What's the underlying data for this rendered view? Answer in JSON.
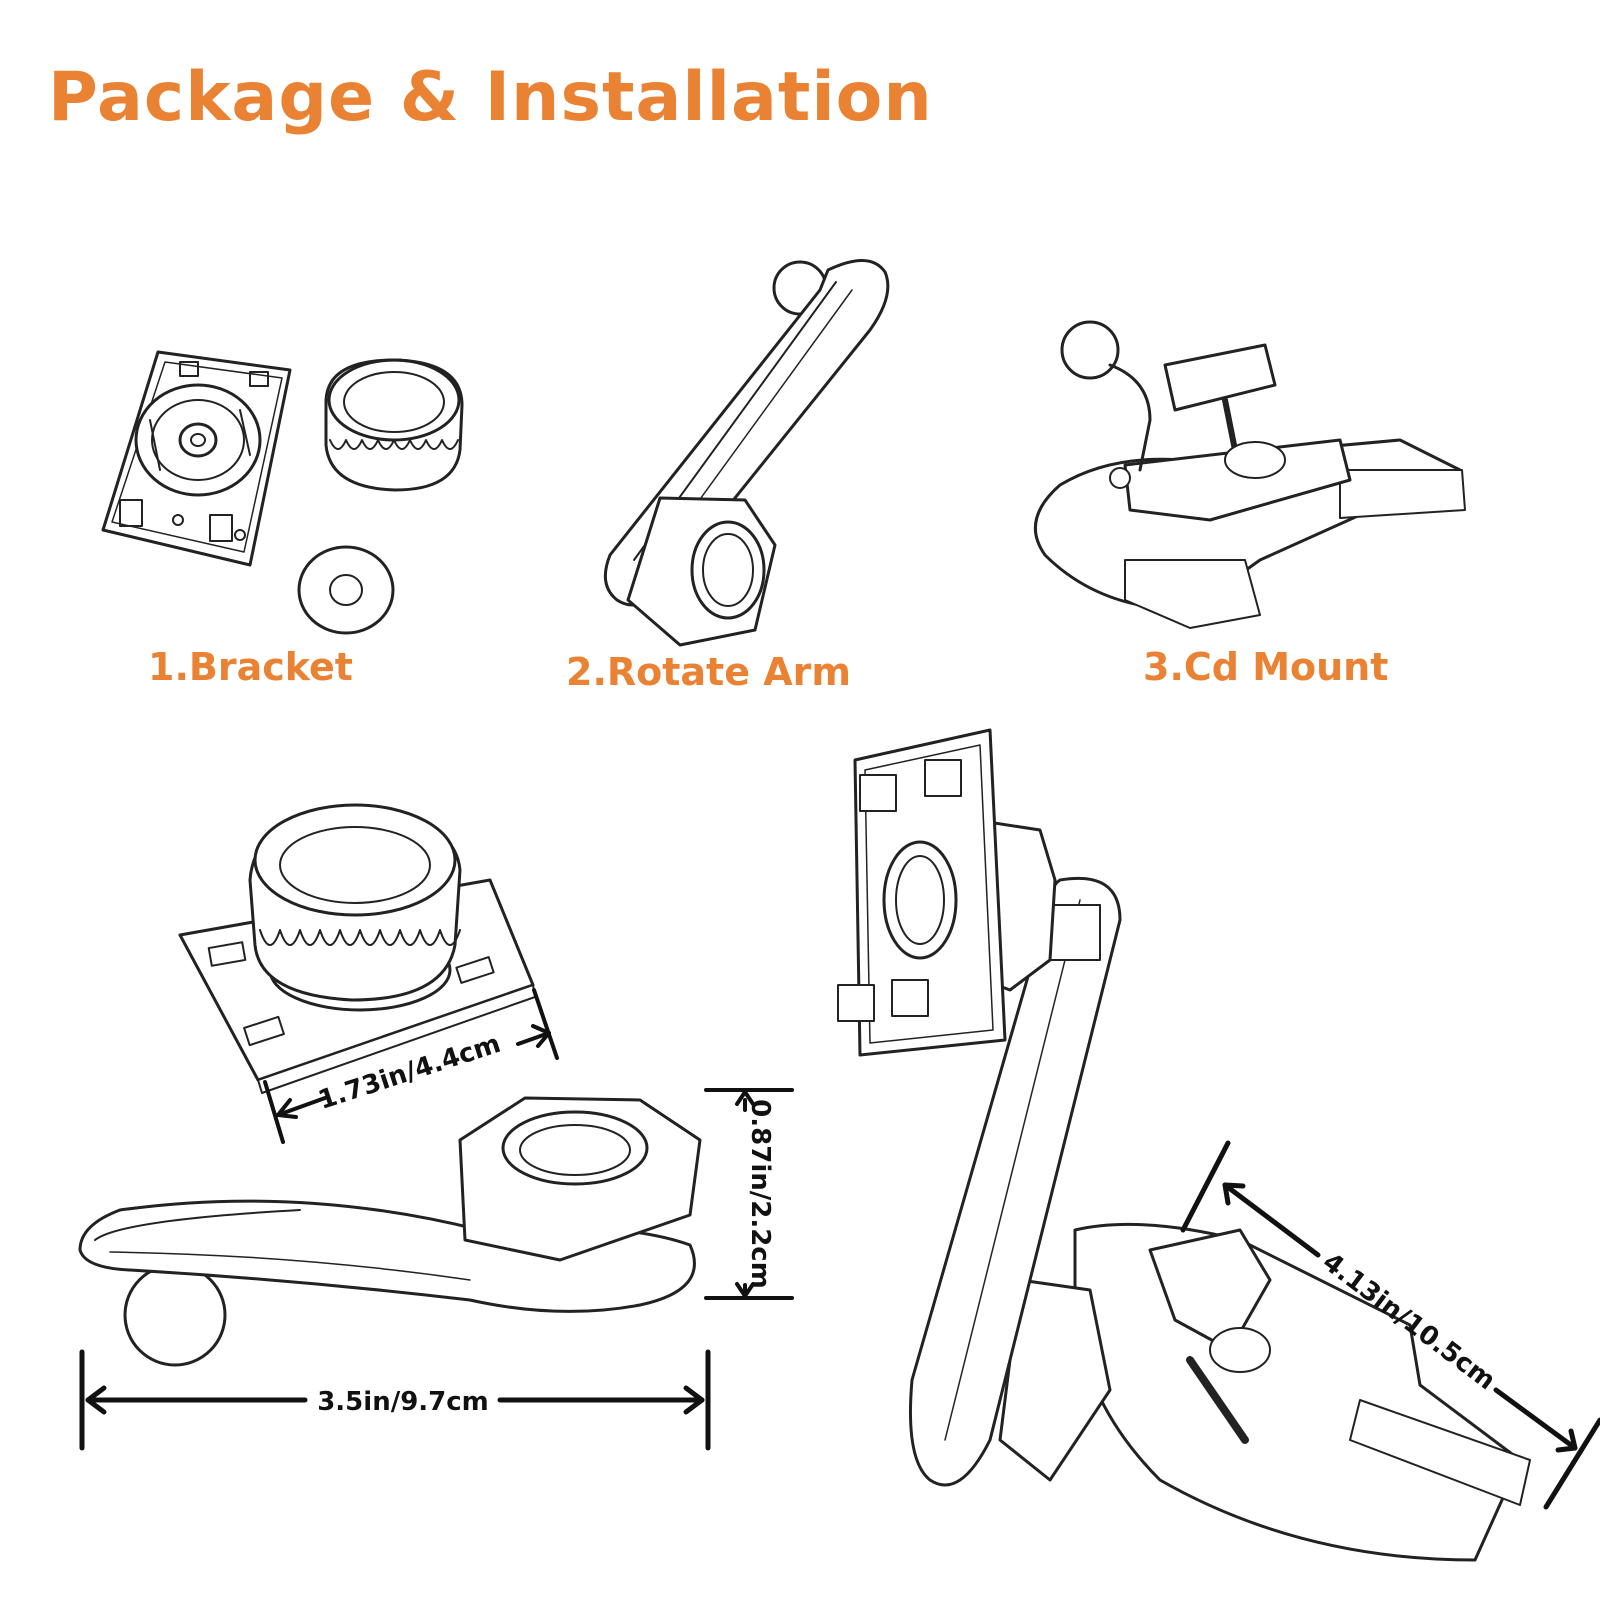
{
  "title": "Package & Installation",
  "colors": {
    "accent": "#EA8234",
    "ink": "#222222"
  },
  "parts": [
    {
      "label": "1.Bracket"
    },
    {
      "label": "2.Rotate Arm"
    },
    {
      "label": "3.Cd Mount"
    }
  ],
  "dimensions": {
    "bracket_width": "1.73in/4.4cm",
    "arm_height": "0.87in/2.2cm",
    "arm_length": "3.5in/9.7cm",
    "mount_length": "4.13in/10.5cm"
  }
}
